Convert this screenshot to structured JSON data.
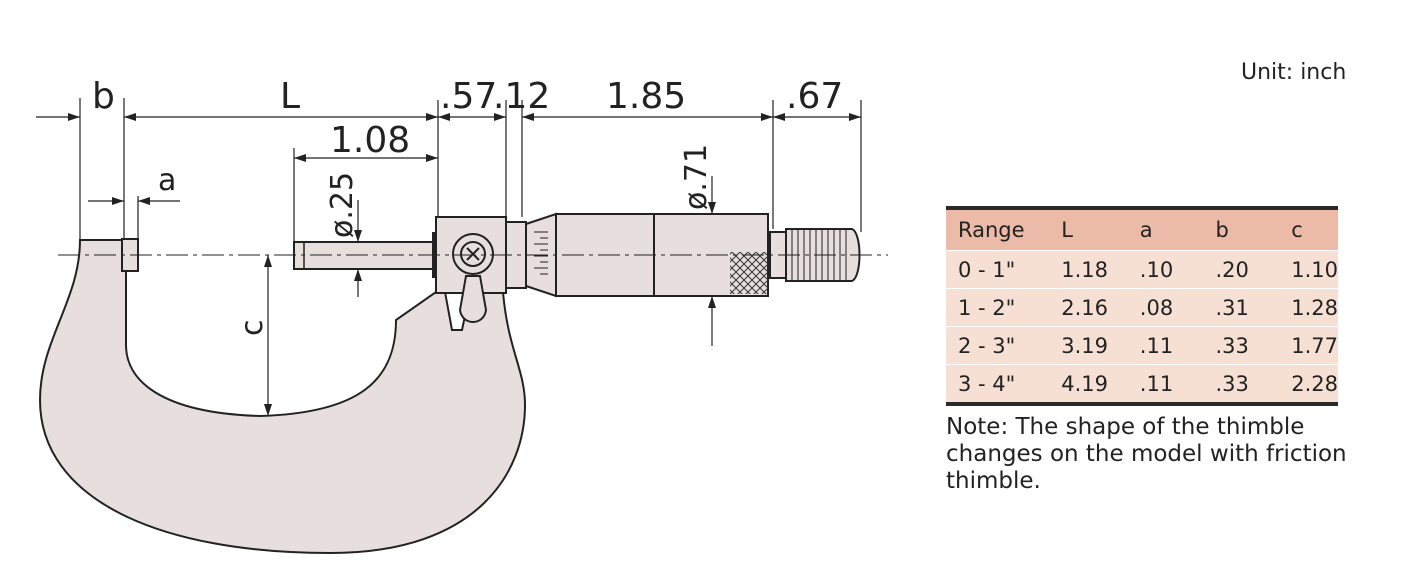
{
  "unit_label": "Unit: inch",
  "dimensions": {
    "b": "b",
    "L": "L",
    "d57": ".57",
    "d12": ".12",
    "d185": "1.85",
    "d67": ".67",
    "d108": "1.08",
    "a": "a",
    "dia25": "ø.25",
    "dia71": "ø.71",
    "c": "c"
  },
  "table": {
    "headers": [
      "Range",
      "L",
      "a",
      "b",
      "c"
    ],
    "rows": [
      [
        "0 - 1\"",
        "1.18",
        ".10",
        ".20",
        "1.10"
      ],
      [
        "1 - 2\"",
        "2.16",
        ".08",
        ".31",
        "1.28"
      ],
      [
        "2 - 3\"",
        "3.19",
        ".11",
        ".33",
        "1.77"
      ],
      [
        "3 - 4\"",
        "4.19",
        ".11",
        ".33",
        "2.28"
      ]
    ]
  },
  "note": "Note: The shape of the thimble changes on the model with friction thimble.",
  "colors": {
    "frame_fill": "#e6dfdd",
    "table_header": "#ecbba7",
    "table_row": "#f6dfd3",
    "line": "#222222"
  }
}
